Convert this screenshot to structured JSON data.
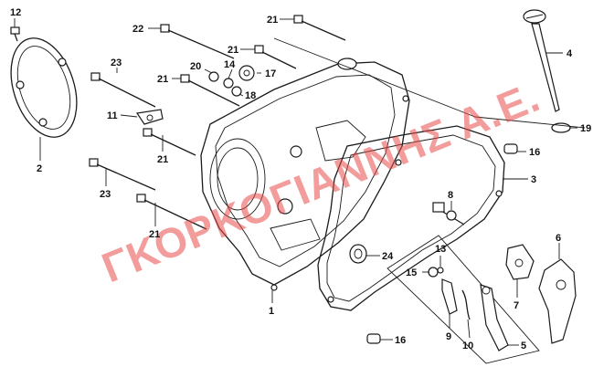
{
  "watermark": "ΓΚΟΡΚΟΓΙΑΝΝΗΣ Α.Ε.",
  "callouts": {
    "c12": "12",
    "c22": "22",
    "c21a": "21",
    "c21b": "21",
    "c21c": "21",
    "c21d": "21",
    "c21e": "21",
    "c20": "20",
    "c14": "14",
    "c17": "17",
    "c18": "18",
    "c23a": "23",
    "c23b": "23",
    "c11": "11",
    "c2": "2",
    "c4": "4",
    "c19": "19",
    "c16a": "16",
    "c16b": "16",
    "c3": "3",
    "c8": "8",
    "c13": "13",
    "c15": "15",
    "c24": "24",
    "c1": "1",
    "c6": "6",
    "c7": "7",
    "c9": "9",
    "c10": "10",
    "c5": "5"
  }
}
